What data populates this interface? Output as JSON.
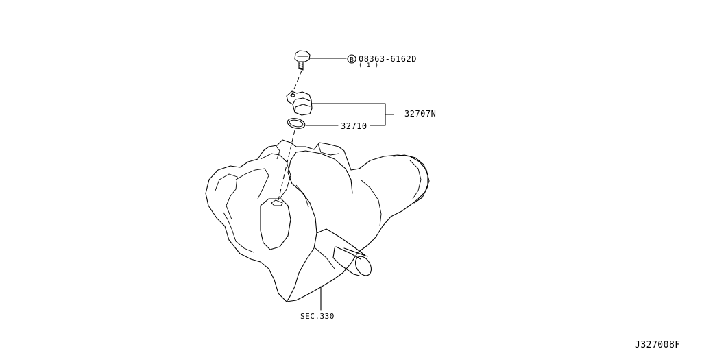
{
  "callouts": {
    "bolt_part": "08363-6162D",
    "bolt_quantity": "( 1 )",
    "bolt_marker": "B",
    "sensor_assembly": "32707N",
    "o_ring": "32710",
    "section_ref": "SEC.330",
    "diagram_code": "J327008F"
  }
}
